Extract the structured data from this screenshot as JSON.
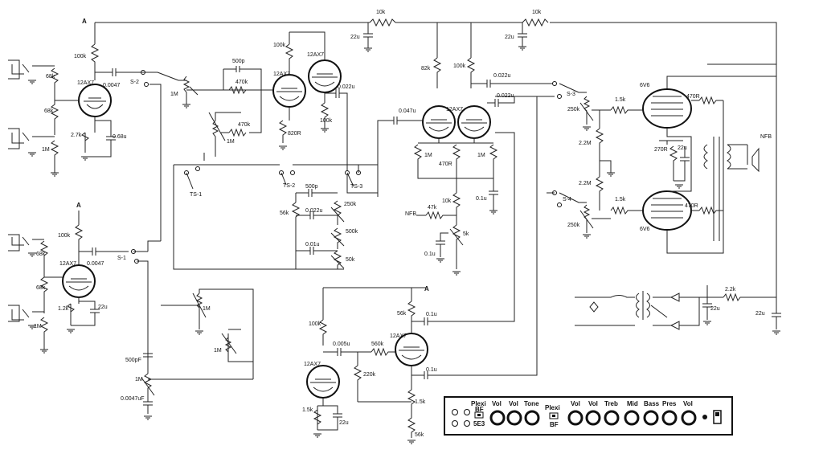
{
  "nodes": {
    "top_left": "A",
    "mid_left": "A",
    "bottom_center": "A"
  },
  "tubes": {
    "v1": "12AX7",
    "v2": "12AX7",
    "v3": "12AX7",
    "v4": "12AX7",
    "v5": "12AX7",
    "v6": "12AX7",
    "p1": "6V6",
    "p2": "6V6"
  },
  "supply": {
    "r1": "10k",
    "r2": "10k",
    "c1": "22u",
    "c2": "22u",
    "r3": "2.2k",
    "c3": "22u",
    "c4": "22u"
  },
  "input1": {
    "r_in_a": "68k",
    "r_in_b": "68k",
    "r_grid": "1M",
    "r_plate": "100k",
    "c_cpl": "0.0047",
    "r_cath": "2.7k",
    "c_cath": "0.68u",
    "switch": "S-2"
  },
  "stage_a": {
    "pot": "1M",
    "c_bright": "500p",
    "r_mix1": "470k",
    "r_mix2": "470k",
    "pot2": "1M",
    "r_plate": "100k",
    "r_cath": "820R",
    "c_out": "0.022u",
    "r_plate2": "100k"
  },
  "tonestack": {
    "ts1": "TS-1",
    "ts2": "TS-2",
    "ts3": "TS-3",
    "c_treble": "500p",
    "r_slope": "56k",
    "c_bass": "0.022u",
    "c_mid": "0.01u",
    "pot_treble": "250k",
    "pot_bass": "500k",
    "pot_mid": "50k"
  },
  "input2": {
    "r_in_a": "68k",
    "r_in_b": "68k",
    "r_grid": "1M",
    "r_plate": "100k",
    "c_cpl": "0.0047",
    "r_cath": "1.2k",
    "c_cath": "22u",
    "switch": "S-1"
  },
  "pi": {
    "c_in1": "0.047u",
    "c_in2": "0.022u",
    "c_in3": "0.022u",
    "r_plate1": "82k",
    "r_plate2": "100k",
    "r_grid1": "1M",
    "r_grid2": "1M",
    "r_tail": "470R",
    "r_tail2": "10k",
    "c_tail": "0.1u",
    "r_nfb": "47k",
    "nfb": "NFB",
    "pot": "5k",
    "c_pres": "0.1u",
    "sw3": "S-3",
    "sw4": "S-4"
  },
  "power": {
    "pot1": "250k",
    "pot2": "250k",
    "r_grid1": "1.5k",
    "r_grid2": "1.5k",
    "r_bias1": "2.2M",
    "r_bias2": "2.2M",
    "r_screen1": "470R",
    "r_screen2": "470R",
    "r_cath": "270R",
    "c_cath": "22u",
    "nfb": "NFB"
  },
  "mixer": {
    "pot1": "1M",
    "pot2": "1M",
    "c_top": "500pF",
    "pot3": "1M",
    "c_bot": "0.0047uF"
  },
  "bottom_stage": {
    "r_plate1": "100k",
    "c_cpl": "0.005u",
    "r_mix": "560k",
    "r_grid": "220k",
    "r_cath1": "1.5k",
    "c_cath1": "22u",
    "r_plate2": "56k",
    "c_out1": "0.1u",
    "c_out2": "0.1u",
    "r_cath2": "1.5k",
    "r_cath3": "56k"
  },
  "panel": {
    "labels": [
      "Plexi",
      "Vol",
      "Vol",
      "Tone",
      "Plexi",
      "Vol",
      "Vol",
      "Treb",
      "Mid",
      "Bass",
      "Pres",
      "Vol"
    ],
    "switch_a_top": "BF",
    "switch_a_bottom": "5E3",
    "switch_b_bottom": "BF"
  },
  "colors": {
    "ink": "#222222",
    "background": "#ffffff"
  }
}
